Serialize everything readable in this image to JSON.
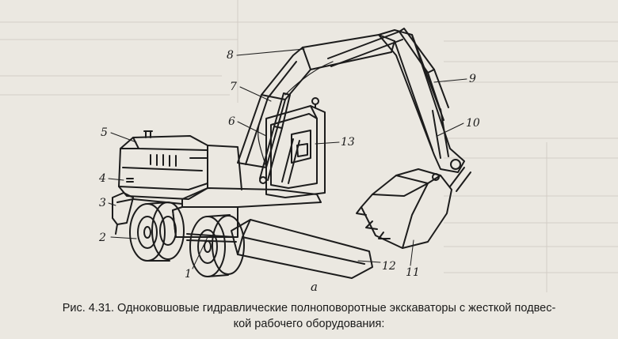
{
  "figure": {
    "sub_label": "а",
    "callouts": [
      "1",
      "2",
      "3",
      "4",
      "5",
      "6",
      "7",
      "8",
      "9",
      "10",
      "11",
      "12",
      "13"
    ]
  },
  "caption": {
    "line1": "Рис. 4.31. Одноковшовые гидравлические полноповоротные экскаваторы с жесткой подвес-",
    "line2": "кой рабочего оборудования:"
  },
  "colors": {
    "paper": "#ebe8e1",
    "ink": "#1c1c1c",
    "ghost": "#c9c4bb"
  }
}
